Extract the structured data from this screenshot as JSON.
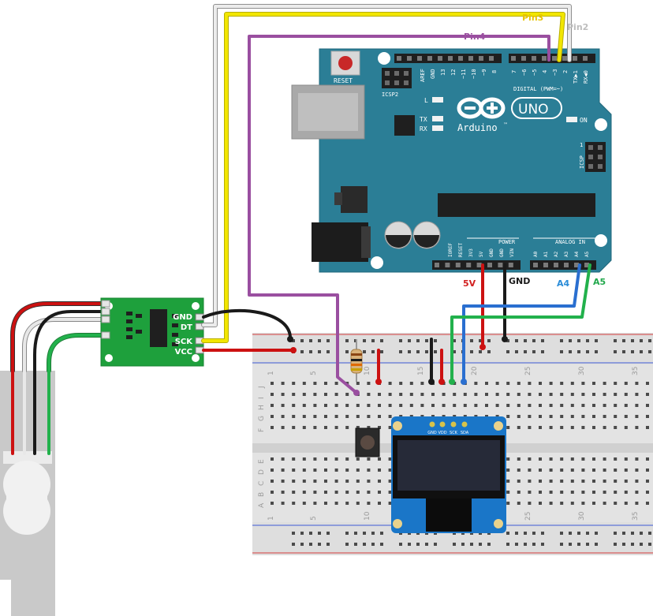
{
  "wire_labels": {
    "pin3": "Pin3",
    "pin2": "Pin2",
    "pin4": "Pin4",
    "v5": "5V",
    "gnd": "GND",
    "a4": "A4",
    "a5": "A5"
  },
  "hx711": {
    "gnd": "GND",
    "dt": "DT",
    "sck": "SCK",
    "vcc": "VCC"
  },
  "arduino": {
    "reset": "RESET",
    "icsp2": "ICSP2",
    "aref": "AREF",
    "gnd": "GND",
    "d13": "13",
    "d12": "12",
    "d11": "~11",
    "d10": "~10",
    "d9": "~9",
    "d8": "8",
    "d7": "7",
    "d6": "~6",
    "d5": "~5",
    "d4": "4",
    "d3": "~3",
    "d2": "2",
    "tx1": "TX▶1",
    "rx0": "RX◀0",
    "digital": "DIGITAL (PWM=~)",
    "led_l": "L",
    "led_tx": "TX",
    "led_rx": "RX",
    "uno": "UNO",
    "brand": "Arduino",
    "tm": "™",
    "on": "ON",
    "icsp": "ICSP",
    "icsp_pin1": "1",
    "ioref": "IOREF",
    "reset_pin": "RESET",
    "v33": "3V3",
    "v5_pin": "5V",
    "gnd_pin": "GND",
    "vin": "VIN",
    "power": "POWER",
    "analog_in": "ANALOG IN",
    "a0": "A0",
    "a1": "A1",
    "a2": "A2",
    "a3": "A3",
    "a4_pin": "A4",
    "a5_pin": "A5"
  },
  "breadboard": {
    "col_numbers": [
      "1",
      "5",
      "10",
      "15",
      "20",
      "25",
      "30",
      "35"
    ],
    "rows_top": [
      "J",
      "I",
      "H",
      "G",
      "F"
    ],
    "rows_bottom": [
      "E",
      "D",
      "C",
      "B",
      "A"
    ]
  },
  "oled": {
    "pins": [
      "GND",
      "VDD",
      "SCK",
      "SDA"
    ]
  },
  "colors": {
    "board_teal": "#2b7e96",
    "hx711_green": "#1ea03c",
    "wire_red": "#cc1111",
    "wire_black": "#1a1a1a",
    "wire_yellow": "#f2e600",
    "wire_white": "#e8e8e8",
    "wire_purple": "#9a4fa0",
    "wire_green": "#22b14c",
    "wire_blue": "#2a6fd0",
    "label_pin3": "#e8c400",
    "label_pin2": "#bdbdbd",
    "label_pin4": "#9a4fa0",
    "label_5v": "#d22020",
    "label_a4": "#2a8cd8",
    "label_a5": "#22a84c"
  }
}
